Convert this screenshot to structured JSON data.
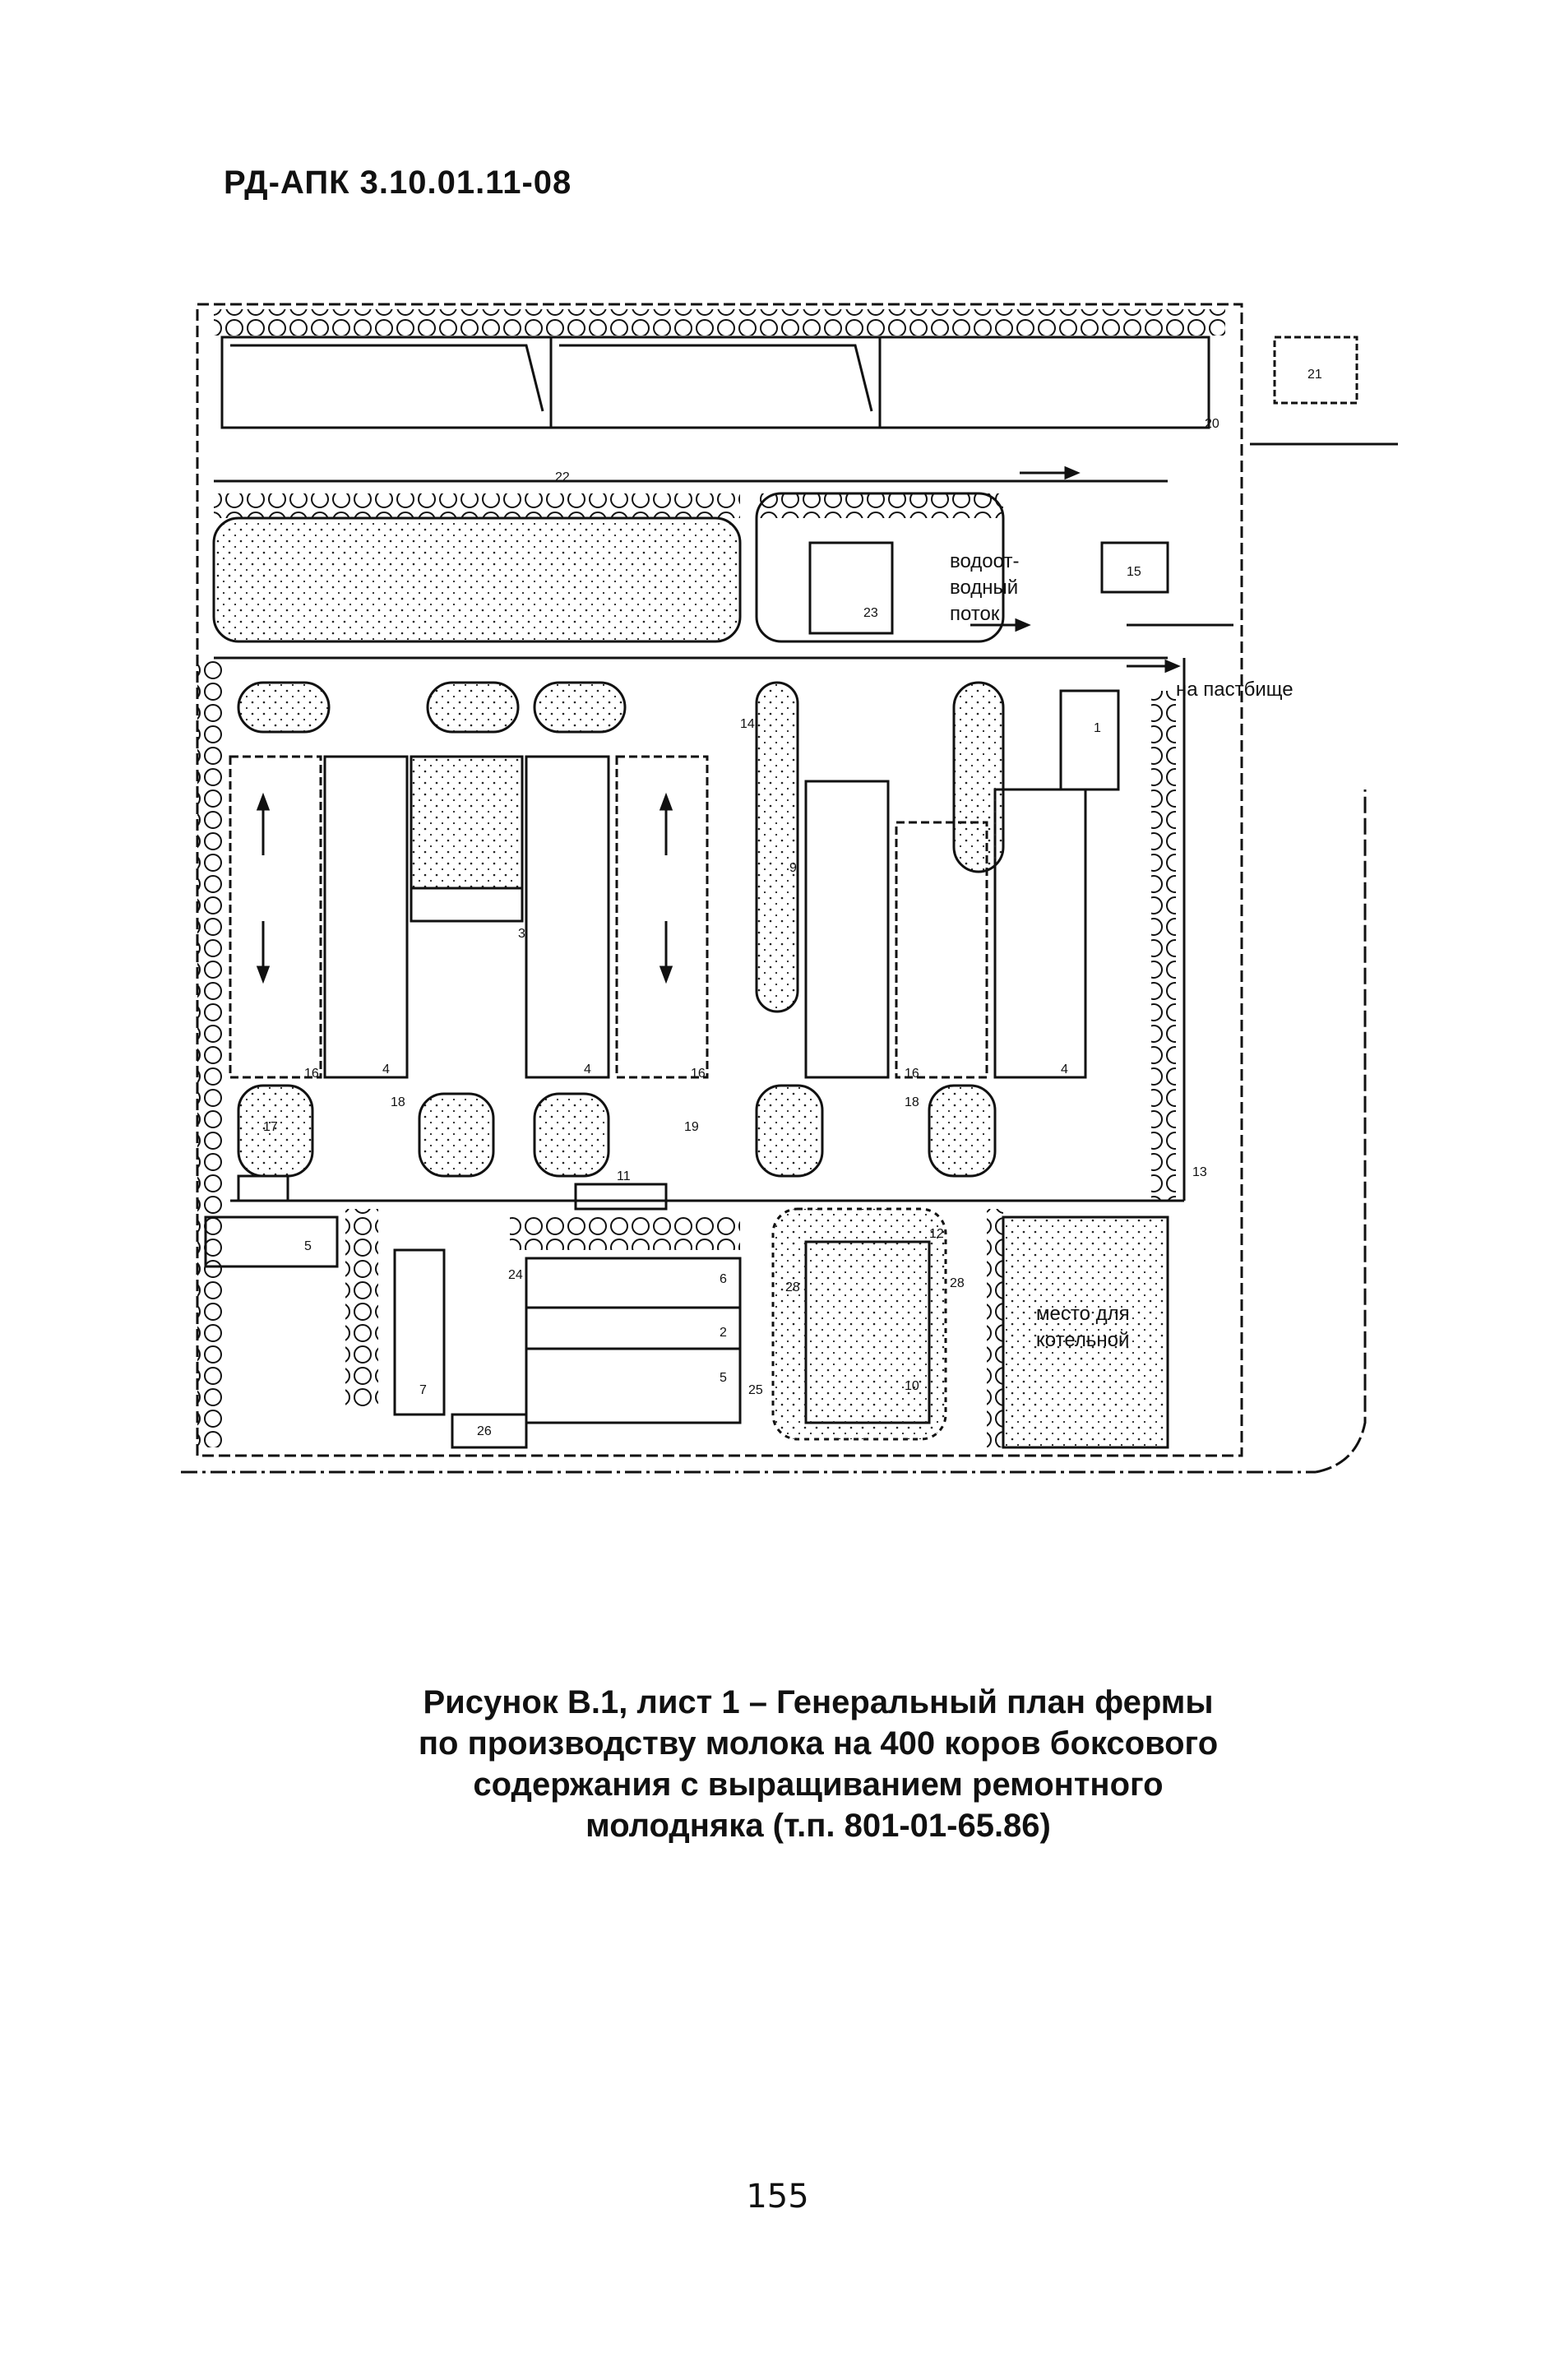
{
  "header": {
    "doc_code": "РД-АПК 3.10.01.11-08"
  },
  "plan": {
    "labels": {
      "drain": [
        "водоот-",
        "водный",
        "поток"
      ],
      "pasture": "на пастбище",
      "boiler": [
        "место для",
        "котельной"
      ]
    },
    "numbers": {
      "n21": "21",
      "n20": "20",
      "n22": "22",
      "n23": "23",
      "n15": "15",
      "n3": "3",
      "n16a": "16",
      "n16b": "16",
      "n16c": "16",
      "n4a": "4",
      "n4b": "4",
      "n4c": "4",
      "n18a": "18",
      "n18b": "18",
      "n19": "19",
      "n17": "17",
      "n13": "13",
      "n5": "5",
      "n7": "7",
      "n11": "11",
      "n6": "6",
      "n2": "2",
      "n5b": "5",
      "n24": "24",
      "n25": "25",
      "n28a": "28",
      "n28b": "28",
      "n12": "12",
      "n10": "10",
      "n26": "26",
      "n14": "14",
      "n1": "1",
      "n9": "9"
    }
  },
  "caption": {
    "lines": [
      "Рисунок В.1, лист 1 – Генеральный план фермы",
      "по производству молока на 400 коров боксового",
      "содержания с выращиванием ремонтного",
      "молодняка (т.п. 801-01-65.86)"
    ]
  },
  "footer": {
    "page_number": "155"
  }
}
